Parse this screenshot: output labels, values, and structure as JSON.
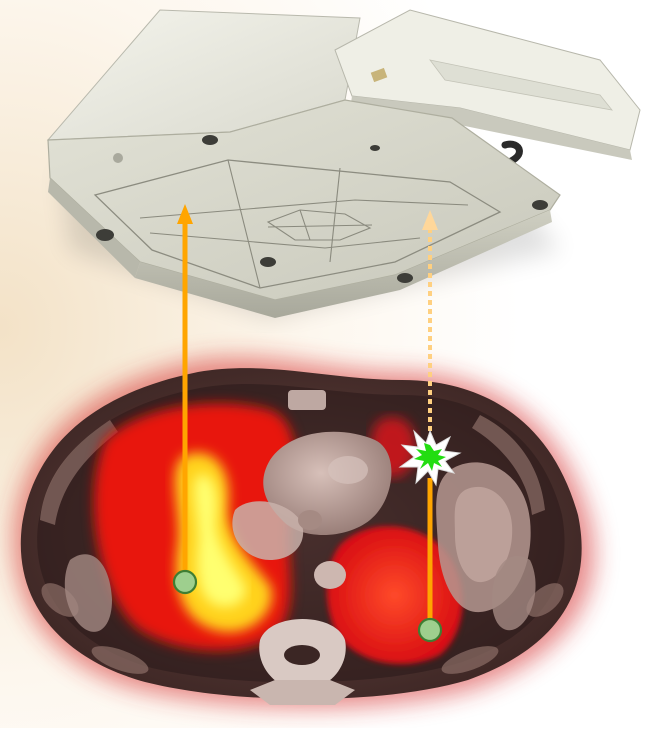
{
  "figure": {
    "device": {
      "name": "gamma-camera-detector",
      "color": "#e6e6dc"
    },
    "scan": {
      "name": "pet-ct-axial-chest-slice"
    },
    "beam_arrows": [
      {
        "id": "left-beam",
        "style": "solid",
        "color": "#ffa500"
      },
      {
        "id": "right-beam",
        "style": "partly-dotted",
        "color": "#ffa500"
      }
    ],
    "emission_points": [
      {
        "id": "left-lung-source",
        "color": "#9ecf8e"
      },
      {
        "id": "right-lung-source",
        "color": "#9ecf8e"
      }
    ],
    "interaction": {
      "id": "scatter-burst",
      "color": "#22dd11"
    }
  }
}
